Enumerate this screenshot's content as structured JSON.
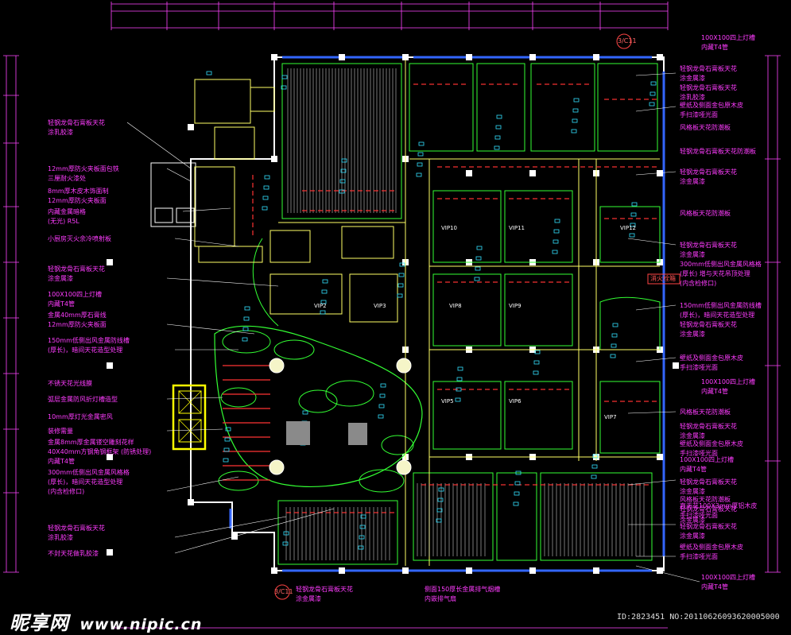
{
  "left_notes": [
    "轻钢龙骨石膏板天花",
    "涂乳胶漆",
    "12mm厚防火夹板面包铁",
    "三厘耐火漆处",
    "8mm厚木皮木饰面制",
    "12mm厚防火夹板面",
    "内藏金属暗格",
    "(无光) R5L",
    "小厨房灭火余冷喷射板",
    "轻钢龙骨石膏板天花",
    "涂金属漆",
    "100X100四上灯槽",
    "内藏T4管",
    "金属40mm厚石膏线",
    "12mm厚防火夹板面",
    "150mm低侧出风金属防线槽",
    "(厚长)，暗间天花造型处理",
    "不锈天花光线膜",
    "弧层金属防风折灯槽造型",
    "10mm厚灯光金属密风",
    "装修需量",
    "金属8mm厚金属镂空雕刻花样",
    "40X40mm方钢角钢框架 (防锈处理)",
    "内藏T4管",
    "300mm低侧出风金属风格格",
    "(厚长)，暗间天花造型处理",
    "(内含检修口)",
    "轻钢龙骨石膏板天花",
    "涂乳胶漆",
    "不封天花做乳胶漆"
  ],
  "right_notes": [
    "100X100四上灯槽",
    "内藏T4管",
    "轻钢龙骨石膏板天花",
    "涂金属漆",
    "轻钢龙骨石膏板天花",
    "涂乳胶漆",
    "壁纸及侧面金包原木皮",
    "手扫漆哑光面",
    "风格板天花防潮板",
    "轻钢龙骨石膏板天花防潮板",
    "轻钢龙骨石膏板天花",
    "涂金属漆",
    "风格板天花防潮板",
    "轻钢龙骨石膏板天花",
    "涂金属漆",
    "300mm低侧出风金属风格格",
    "(厚长) 增与天花吊顶处理",
    "(内含检修口)",
    "150mm低侧出风金属防线槽",
    "(厚长)，暗间天花造型处理",
    "轻钢龙骨石膏板天花",
    "涂金属漆",
    "壁纸及侧面金包原木皮",
    "手扫漆哑光面",
    "100X100四上灯槽",
    "内藏T4管",
    "风格板天花防潮板",
    "轻钢龙骨石膏板天花",
    "涂金属漆",
    "壁纸及侧面金包原木皮",
    "手扫漆哑光面",
    "100X100四上灯槽",
    "内藏T4管",
    "轻钢龙骨石膏板天花",
    "涂金属漆",
    "风格板天花防潮板",
    "轻钢龙骨石膏板天花",
    "涂金属漆",
    "直天花100X3mm厚铝木皮",
    "手扫漆哑光面",
    "轻钢龙骨石膏板天花",
    "涂金属漆",
    "壁纸及侧面金包原木皮",
    "手扫漆哑光面",
    "100X100四上灯槽",
    "内藏T4管"
  ],
  "bottom_notes": [
    "轻钢龙骨石膏板天花",
    "涂金属漆",
    "侧面150厚长金属排气烟槽",
    "内嵌排气扇"
  ],
  "section_marks": [
    "3/C11",
    "3/C11"
  ],
  "room_labels": [
    "VIP10",
    "VIP11",
    "VIP12",
    "VIP8",
    "VIP9",
    "VIP5",
    "VIP6",
    "VIP7",
    "VIP2",
    "VIP3"
  ],
  "stamp": "消火栓箱",
  "watermark": {
    "brand": "昵享网",
    "url": "www.nipic.cn",
    "id": "ID:2823451 NO:20110626093620005000"
  },
  "colors": {
    "background": "#000000",
    "annotation": "#ff3cff",
    "wall": "#ffffff",
    "partition": "#ffff66",
    "ceiling_grid": "#33ff33",
    "heat_lines": "#ff3333",
    "windows": "#3366ff",
    "dimension": "#ff44ff",
    "cyan_detail": "#33e0ff"
  }
}
